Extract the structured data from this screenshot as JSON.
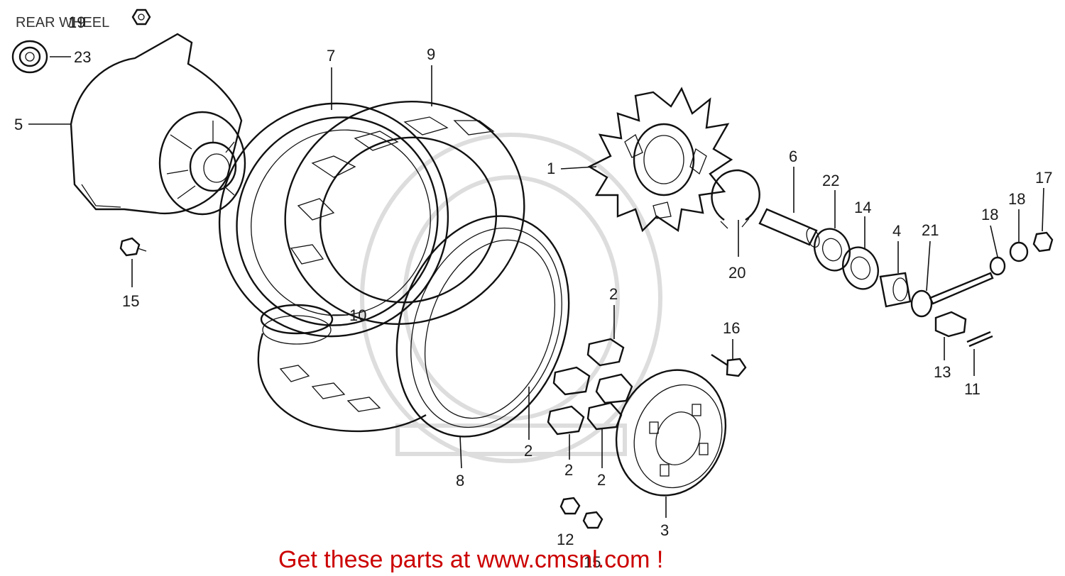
{
  "title": "REAR WHEEL",
  "banner": "Get these parts at www.cmsnl.com !",
  "callouts": [
    {
      "id": "c1",
      "label": "1"
    },
    {
      "id": "c2a",
      "label": "2"
    },
    {
      "id": "c2b",
      "label": "2"
    },
    {
      "id": "c2c",
      "label": "2"
    },
    {
      "id": "c2d",
      "label": "2"
    },
    {
      "id": "c3",
      "label": "3"
    },
    {
      "id": "c4",
      "label": "4"
    },
    {
      "id": "c5",
      "label": "5"
    },
    {
      "id": "c6",
      "label": "6"
    },
    {
      "id": "c7",
      "label": "7"
    },
    {
      "id": "c8",
      "label": "8"
    },
    {
      "id": "c9",
      "label": "9"
    },
    {
      "id": "c10",
      "label": "10"
    },
    {
      "id": "c11",
      "label": "11"
    },
    {
      "id": "c12",
      "label": "12"
    },
    {
      "id": "c13",
      "label": "13"
    },
    {
      "id": "c14",
      "label": "14"
    },
    {
      "id": "c15",
      "label": "15"
    },
    {
      "id": "c16",
      "label": "16"
    },
    {
      "id": "c17",
      "label": "17"
    },
    {
      "id": "c18a",
      "label": "18"
    },
    {
      "id": "c18b",
      "label": "18"
    },
    {
      "id": "c19",
      "label": "19"
    },
    {
      "id": "c20",
      "label": "20"
    },
    {
      "id": "c21",
      "label": "21"
    },
    {
      "id": "c22",
      "label": "22"
    },
    {
      "id": "c23",
      "label": "23"
    },
    {
      "id": "c15b",
      "label": "15"
    }
  ]
}
